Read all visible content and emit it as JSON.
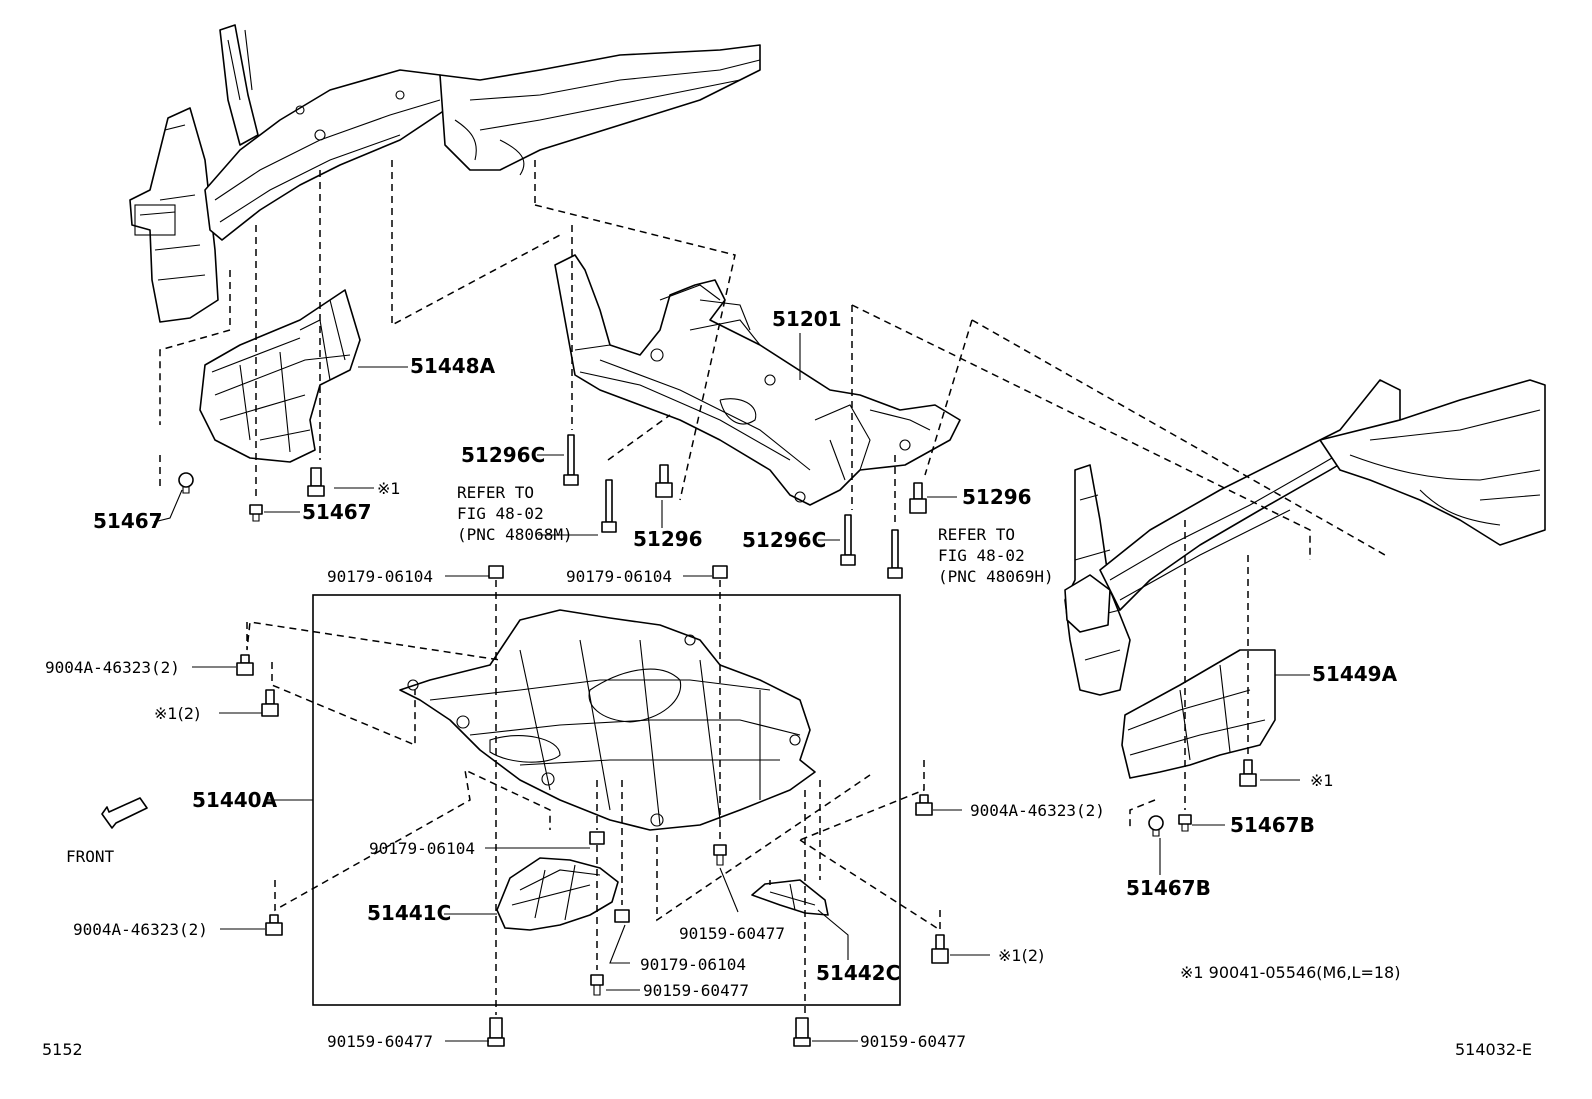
{
  "labels": {
    "p51448A": "51448A",
    "p51467_left_a": "51467",
    "p51467_left_b": "51467",
    "mark1_a": "※1",
    "p51296C_a": "51296C",
    "refer1_l1": "REFER TO",
    "refer1_l2": "FIG 48-02",
    "refer1_l3": "(PNC 48068M)",
    "p51296_a": "51296",
    "p51201": "51201",
    "p51296_b": "51296",
    "p51296C_b": "51296C",
    "refer2_l1": "REFER TO",
    "refer2_l2": "FIG 48-02",
    "refer2_l3": "(PNC 48069H)",
    "clip_top_left": "90179-06104",
    "clip_top_mid": "90179-06104",
    "bolt_9004A_a": "9004A-46323(2)",
    "mark1_2_a": "※1(2)",
    "p51440A": "51440A",
    "front": "FRONT",
    "clip_mid": "90179-06104",
    "p51441C": "51441C",
    "bolt_9004A_b": "9004A-46323(2)",
    "screw_a": "90159-60477",
    "clip_low": "90179-06104",
    "screw_b": "90159-60477",
    "screw_c": "90159-60477",
    "screw_d": "90159-60477",
    "p51442C": "51442C",
    "bolt_9004A_c": "9004A-46323(2)",
    "mark1_2_b": "※1(2)",
    "p51449A": "51449A",
    "mark1_b": "※1",
    "p51467B_a": "51467B",
    "p51467B_b": "51467B",
    "footnote": "※1 90041-05546(M6,L=18)",
    "page_left": "5152",
    "page_right": "514032-E"
  }
}
